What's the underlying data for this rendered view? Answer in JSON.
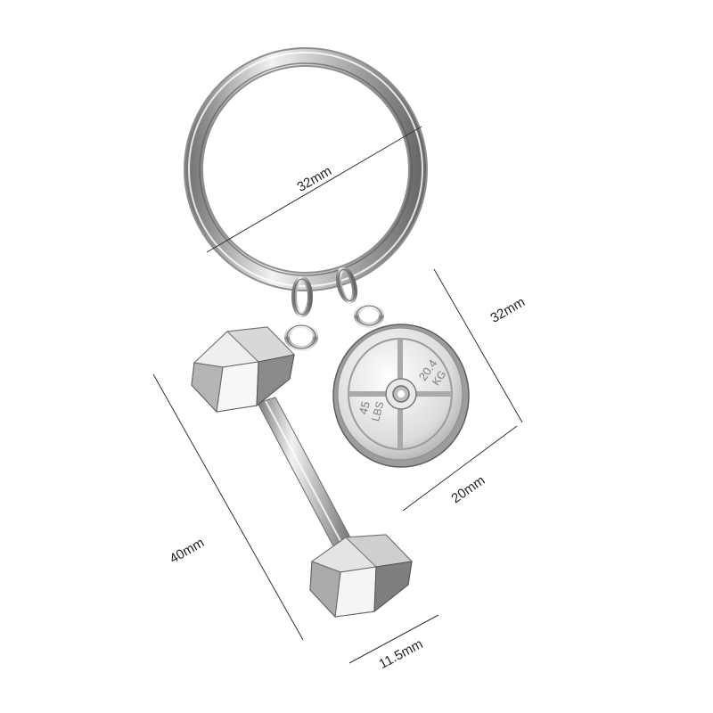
{
  "product": {
    "ring_diameter": "32mm",
    "plate_height": "32mm",
    "plate_width": "20mm",
    "dumbbell_length": "40mm",
    "dumbbell_width": "11.5mm"
  },
  "plate_marks": {
    "lbs_value": "45",
    "lbs_unit": "LBS",
    "kg_value": "20.4",
    "kg_unit": "KG"
  },
  "colors": {
    "background": "#ffffff",
    "metal_light": "#f4f4f4",
    "metal_mid": "#b9b9b9",
    "metal_dark": "#6e6e6e",
    "dimension_line": "#333333",
    "label_text": "#222222"
  }
}
